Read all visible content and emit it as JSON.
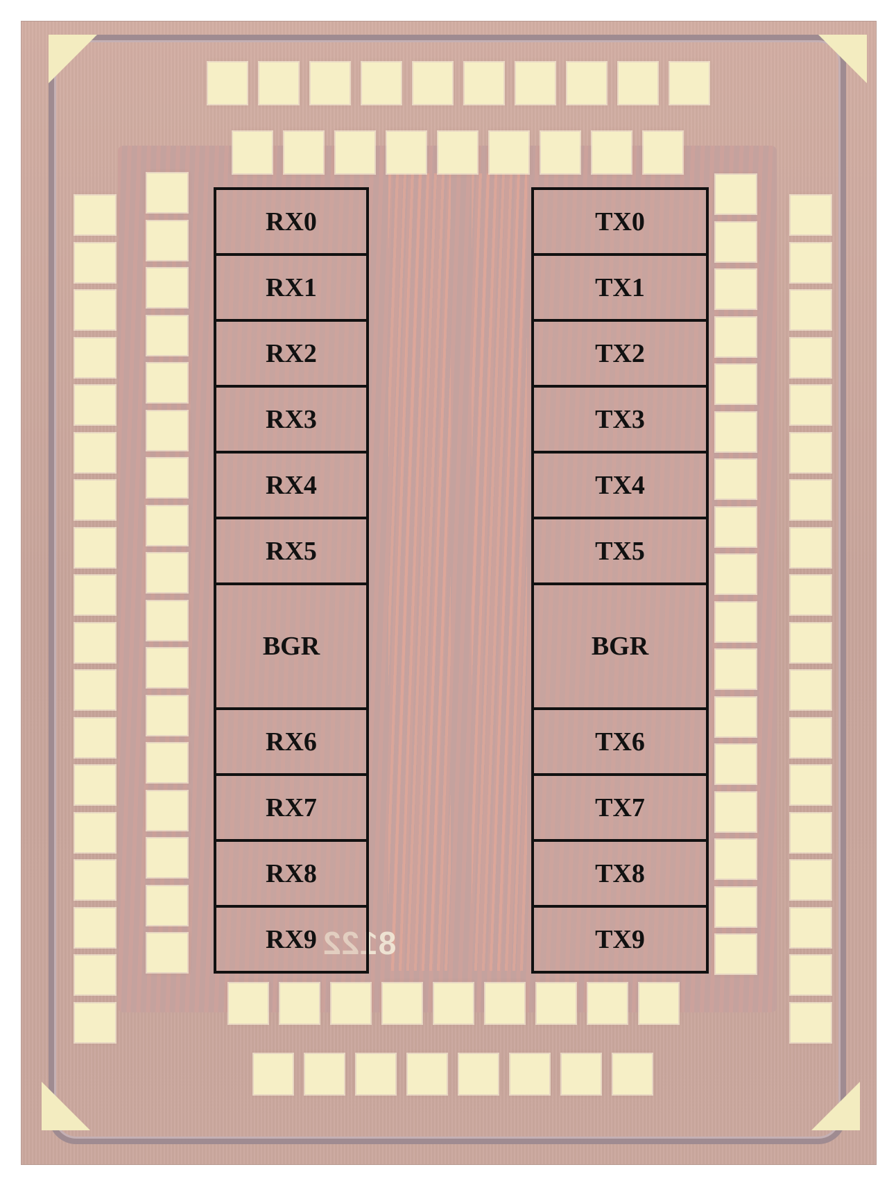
{
  "rx_blocks": [
    "RX0",
    "RX1",
    "RX2",
    "RX3",
    "RX4",
    "RX5",
    "BGR",
    "RX6",
    "RX7",
    "RX8",
    "RX9"
  ],
  "tx_blocks": [
    "TX0",
    "TX1",
    "TX2",
    "TX3",
    "TX4",
    "TX5",
    "BGR",
    "TX6",
    "TX7",
    "TX8",
    "TX9"
  ],
  "colors": {
    "die": "#cba89e",
    "pad": "#f6efc6",
    "block_border": "#111111",
    "label": "#111111"
  }
}
